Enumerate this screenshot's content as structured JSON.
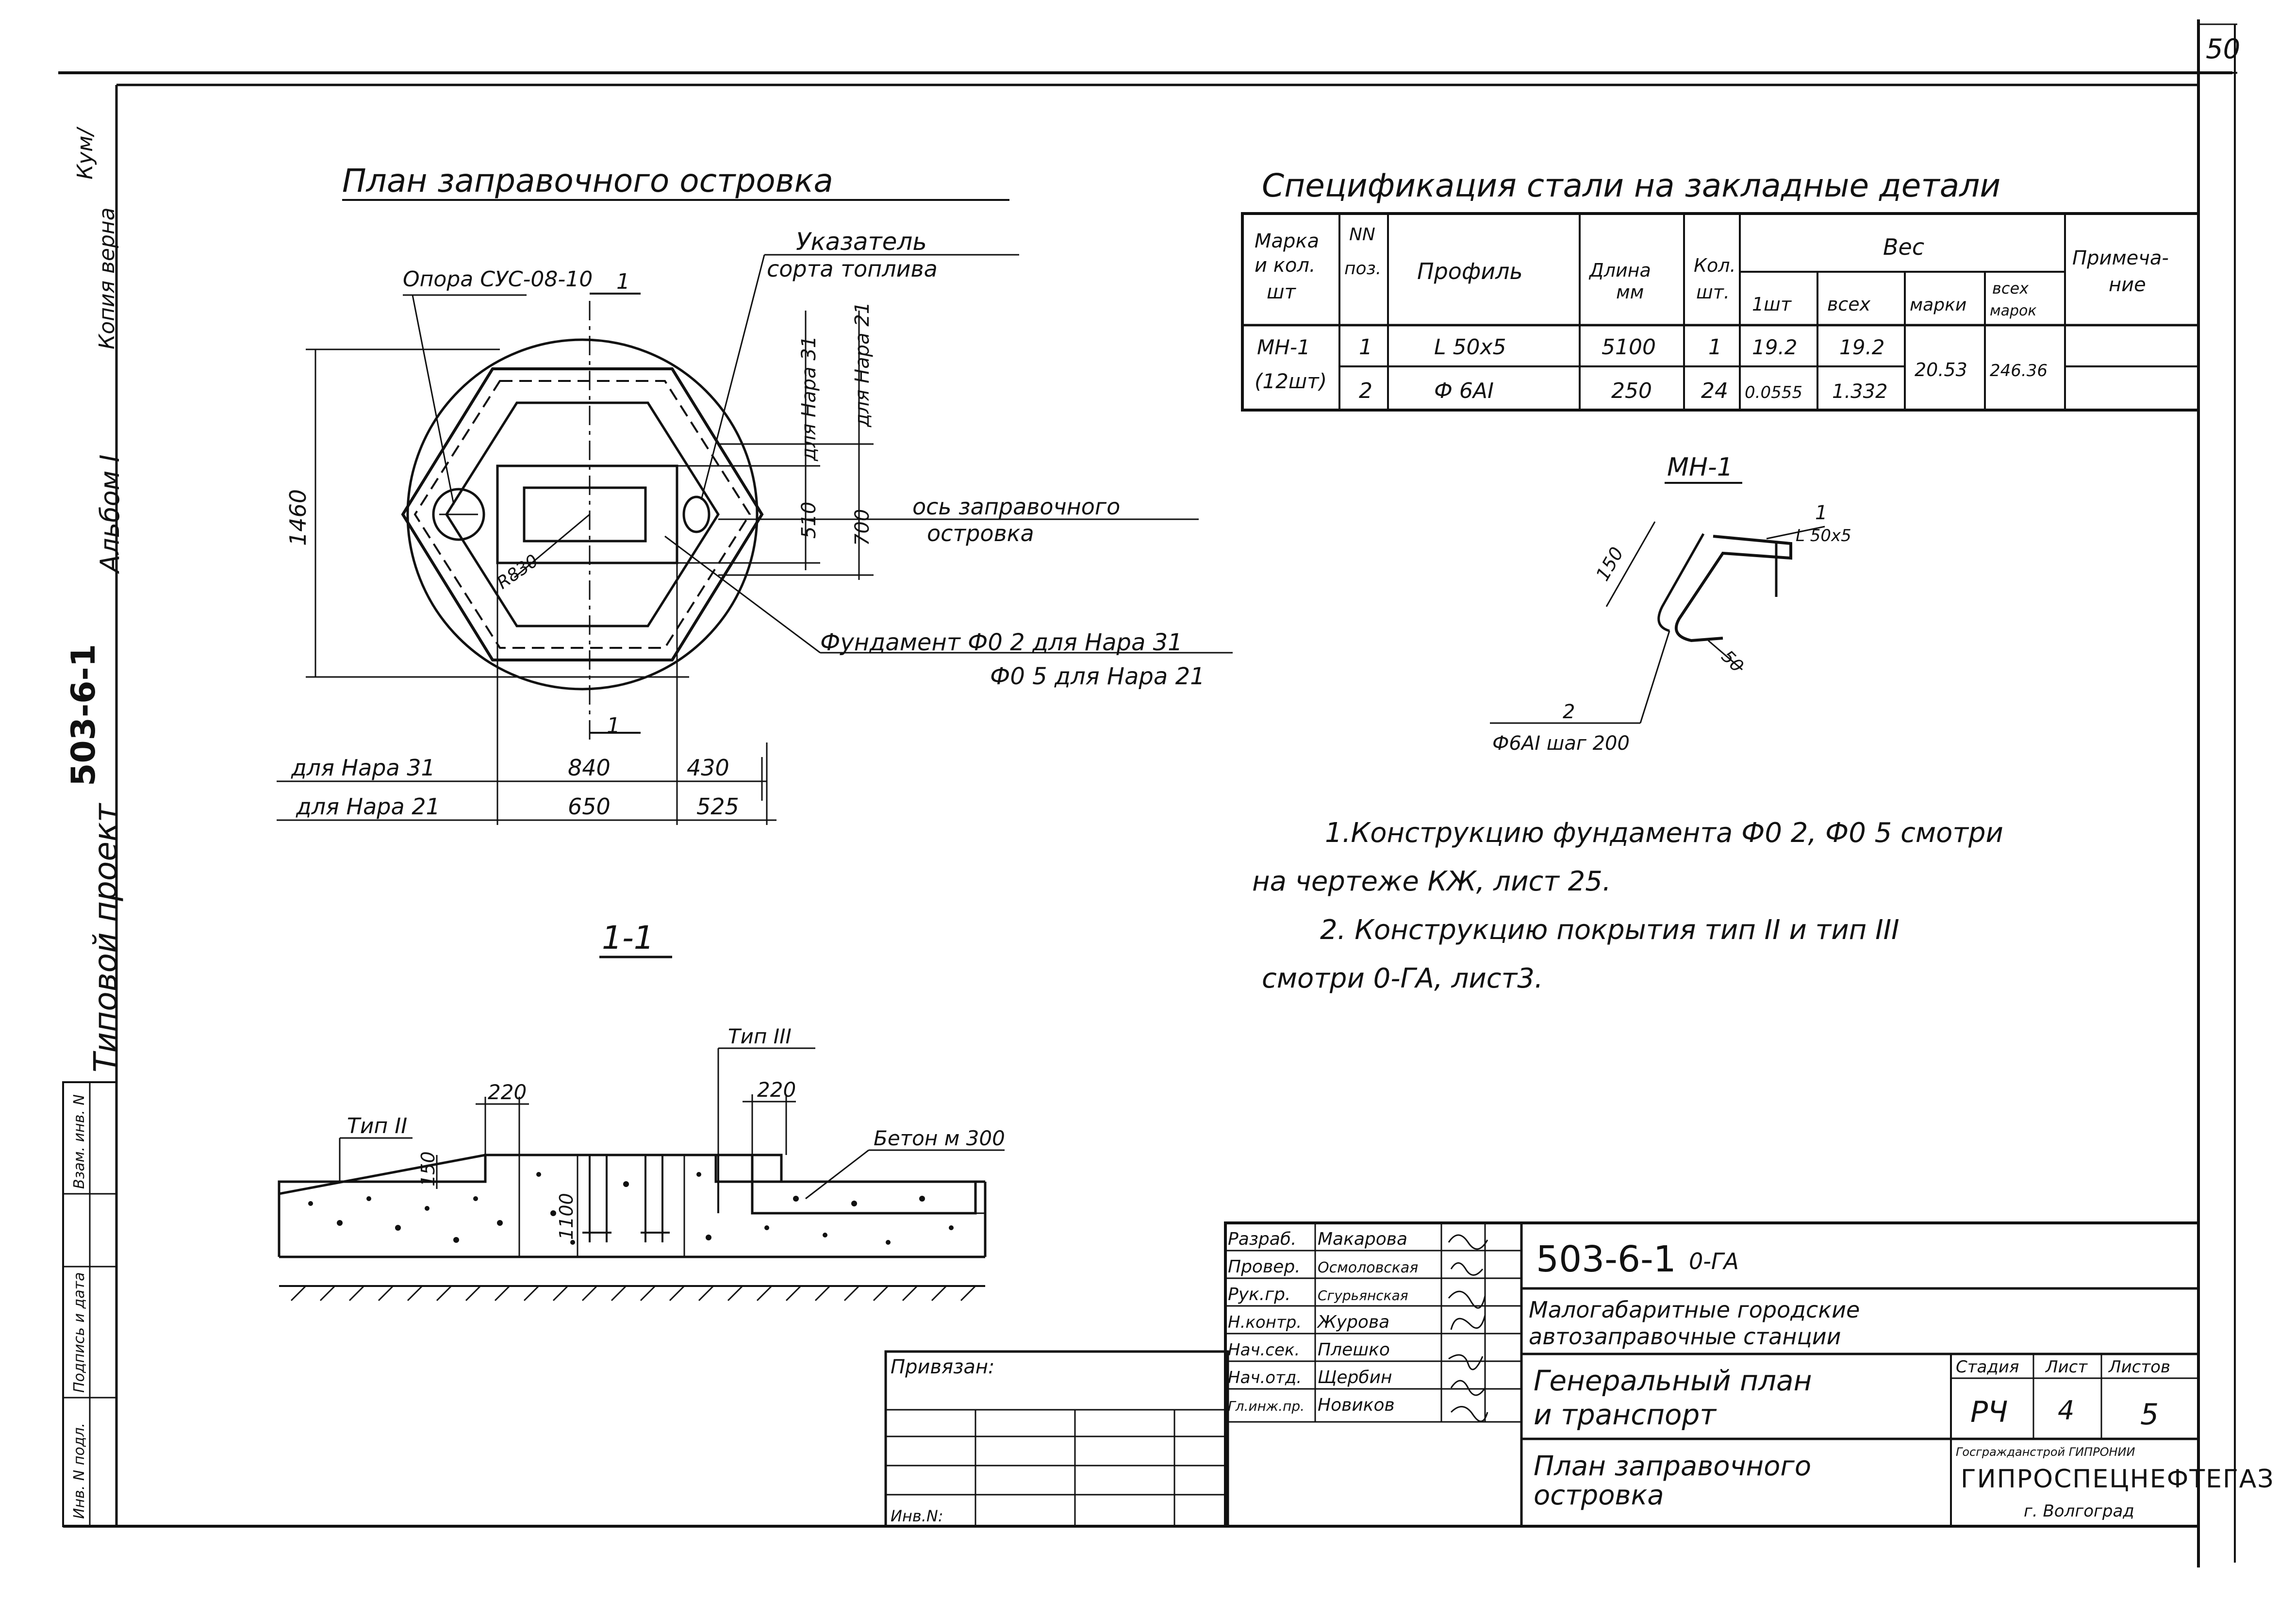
{
  "page_number": "50",
  "left_margin": {
    "copy_note": "Копия верна",
    "signature": "Кум/",
    "album": "Альбом I",
    "project": "Типовой проект",
    "code": "503-6-1",
    "stamp_cells": [
      "Инв. N подл.",
      "Подпись и дата",
      "Взам. инв. N"
    ]
  },
  "plan": {
    "title": "План заправочного островка",
    "labels": {
      "support": "Опора СУС-08-10",
      "indicator_1": "Указатель",
      "indicator_2": "сорта топлива",
      "axis_1": "ось заправочного",
      "axis_2": "островка",
      "foundation_1": "Фундамент Ф0 2 для Нара 31",
      "foundation_2": "Ф0 5 для Нара 21",
      "radius": "R830",
      "section_mark": "1",
      "dim_1460": "1460",
      "dim_510": "510",
      "dim_700": "700",
      "for_31_v": "для Нара 31",
      "for_21_v": "для Нара 21"
    },
    "dim_rows": [
      {
        "label": "для Нара 31",
        "a": "840",
        "b": "430"
      },
      {
        "label": "для Нара 21",
        "a": "650",
        "b": "525"
      }
    ]
  },
  "section": {
    "title": "1-1",
    "type2": "Тип II",
    "type3": "Тип III",
    "concrete": "Бетон м 300",
    "dim_220_left": "220",
    "dim_220_right": "220",
    "dim_150": "150",
    "dim_1100": "1100"
  },
  "spec": {
    "title": "Спецификация стали на закладные детали",
    "headers": {
      "mark": [
        "Марка",
        "и кол.",
        "шт"
      ],
      "pos": [
        "NN",
        "поз."
      ],
      "profile": "Профиль",
      "length": [
        "Длина",
        "мм"
      ],
      "qty": [
        "Кол.",
        "шт."
      ],
      "weight": "Вес",
      "w_one": "1шт",
      "w_all": "всех",
      "w_mark": "марки",
      "w_marks": [
        "всех",
        "марок"
      ],
      "note": [
        "Примеча-",
        "ние"
      ]
    },
    "mark_cell": [
      "МН-1",
      "(12шт)"
    ],
    "rows": [
      {
        "pos": "1",
        "profile": "L 50x5",
        "length": "5100",
        "qty": "1",
        "one": "19.2",
        "all": "19.2"
      },
      {
        "pos": "2",
        "profile": "Ф 6АI",
        "length": "250",
        "qty": "24",
        "one": "0.0555",
        "all": "1.332"
      }
    ],
    "weight_mark": "20.53",
    "weight_marks": "246.36"
  },
  "detail": {
    "title": "МН-1",
    "callout_1": "1",
    "angle": "L 50x5",
    "dim_150": "150",
    "dim_50": "50",
    "callout_2": "2",
    "rod": "Ф6АI шаг 200"
  },
  "notes": [
    "1.Конструкцию фундамента Ф0 2, Ф0 5 смотри",
    "на чертеже КЖ, лист 25.",
    "2. Конструкцию покрытия тип II и тип III",
    "смотри 0-ГА, лист3."
  ],
  "title_block": {
    "tied": "Привязан:",
    "inv": "Инв.N:",
    "roles": [
      "Разраб.",
      "Провер.",
      "Рук.гр.",
      "Н.контр.",
      "Нач.сек.",
      "Нач.отд.",
      "Гл.инж.пр."
    ],
    "names": [
      "Макарова",
      "Осмоловская",
      "Сгурьянская",
      "Журова",
      "Плешко",
      "Щербин",
      "Новиков"
    ],
    "code": "503-6-1",
    "code_suffix": "0-ГА",
    "object_1": "Малогабаритные городские",
    "object_2": "автозаправочные станции",
    "sheet_name_1": "Генеральный план",
    "sheet_name_2": "и транспорт",
    "drawing_1": "План заправочного",
    "drawing_2": "островка",
    "stage_h": "Стадия",
    "sheet_h": "Лист",
    "sheets_h": "Листов",
    "stage": "РЧ",
    "sheet": "4",
    "sheets": "5",
    "org_top": "Госгражданстрой ГИПРОНИИ",
    "org": "ГИПРОСПЕЦНЕФТЕГАЗ",
    "org_bottom": "г. Волгоград"
  }
}
